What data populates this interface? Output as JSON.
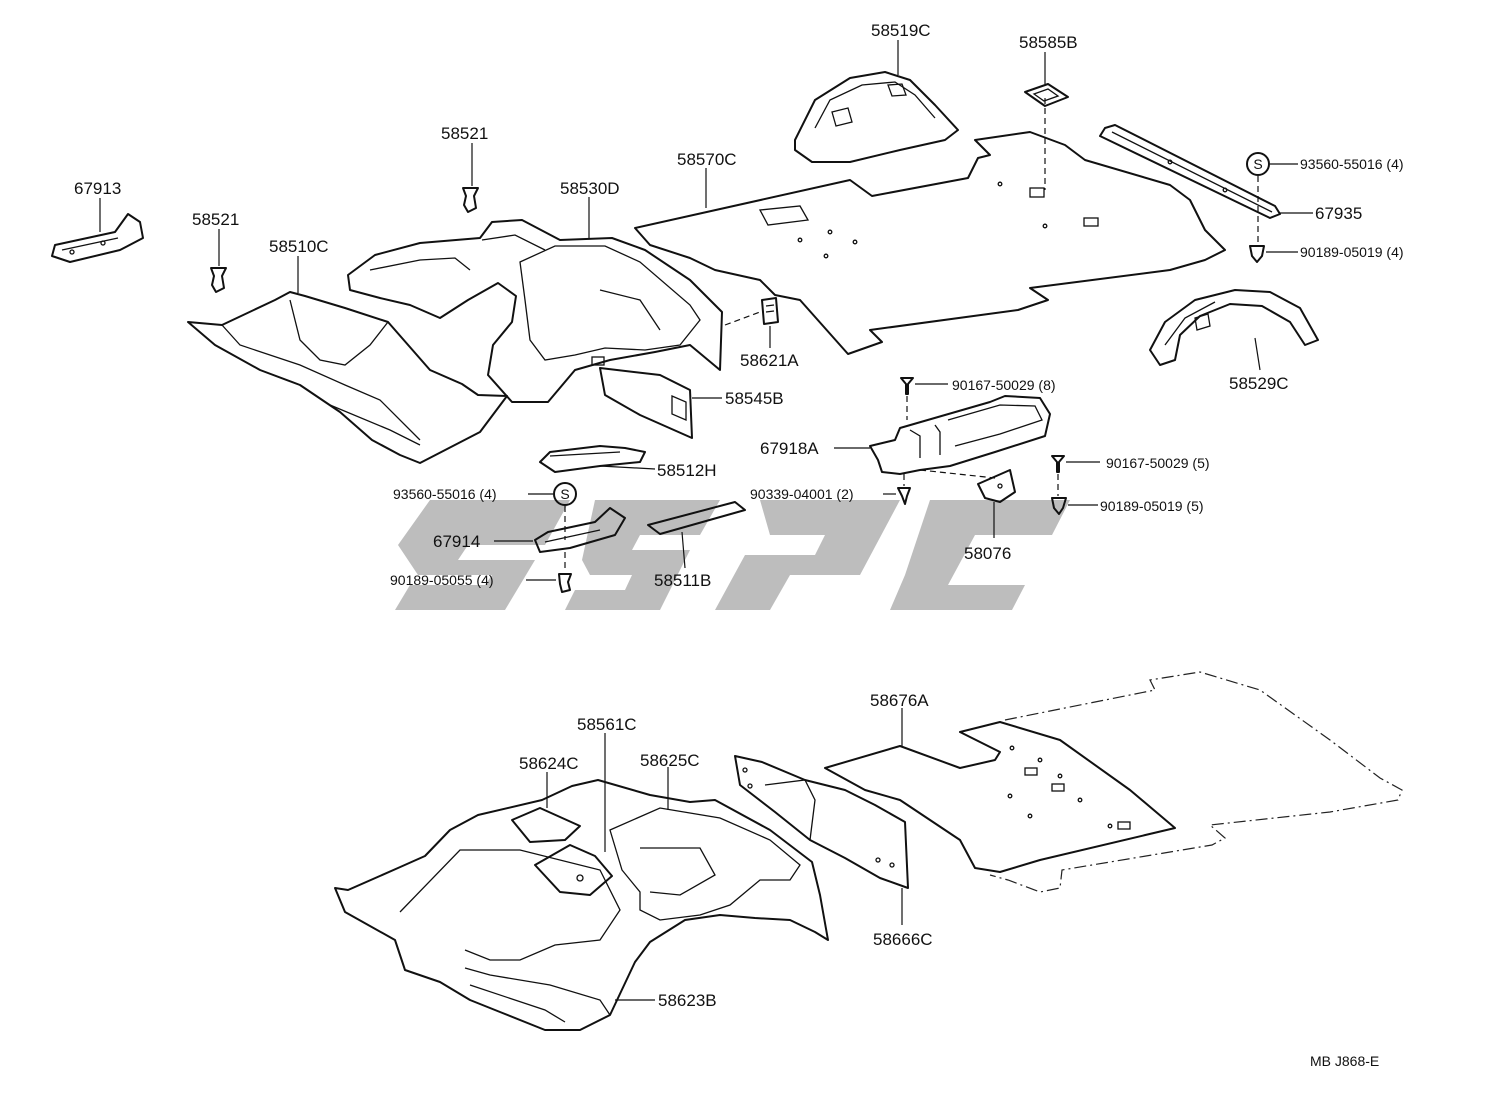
{
  "parts": {
    "p67913": "67913",
    "p58521_a": "58521",
    "p58521_b": "58521",
    "p58510C": "58510C",
    "p58530D": "58530D",
    "p58570C": "58570C",
    "p58519C": "58519C",
    "p58585B": "58585B",
    "p93560_55016_4_top": "93560-55016 (4)",
    "p67935": "67935",
    "p90189_05019_4": "90189-05019 (4)",
    "p58621A": "58621A",
    "p58545B": "58545B",
    "p58529C": "58529C",
    "p90167_50029_8": "90167-50029 (8)",
    "p67918A": "67918A",
    "p90167_50029_5": "90167-50029 (5)",
    "p90339_04001_2": "90339-04001 (2)",
    "p90189_05019_5": "90189-05019 (5)",
    "p58076": "58076",
    "p58512H": "58512H",
    "p93560_55016_4_left": "93560-55016 (4)",
    "p67914": "67914",
    "p90189_05055_4": "90189-05055 (4)",
    "p58511B": "58511B",
    "p58676A": "58676A",
    "p58561C": "58561C",
    "p58624C": "58624C",
    "p58625C": "58625C",
    "p58666C": "58666C",
    "p58623B": "58623B"
  },
  "symbols": {
    "s_mark": "S"
  },
  "footer": {
    "code": "MB   J868-E"
  },
  "colors": {
    "line": "#111111",
    "watermark": "#bdbdbd"
  }
}
